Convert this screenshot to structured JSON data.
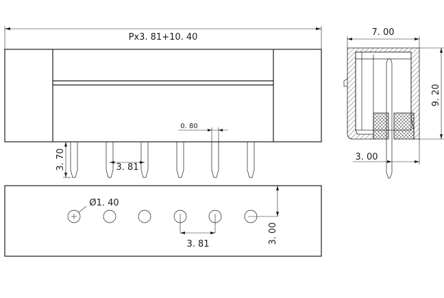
{
  "labels": {
    "length": "Px3. 81+10. 40",
    "width_top": "7. 00",
    "height_side": "9. 20",
    "pin_offset": "3. 00",
    "pin_length": "3. 70",
    "pitch_front": "3. 81",
    "pin_width": "0. 80",
    "hole_diameter": "Ø1. 40",
    "pitch_bottom": "3. 81",
    "hole_offset": "3. 00"
  }
}
